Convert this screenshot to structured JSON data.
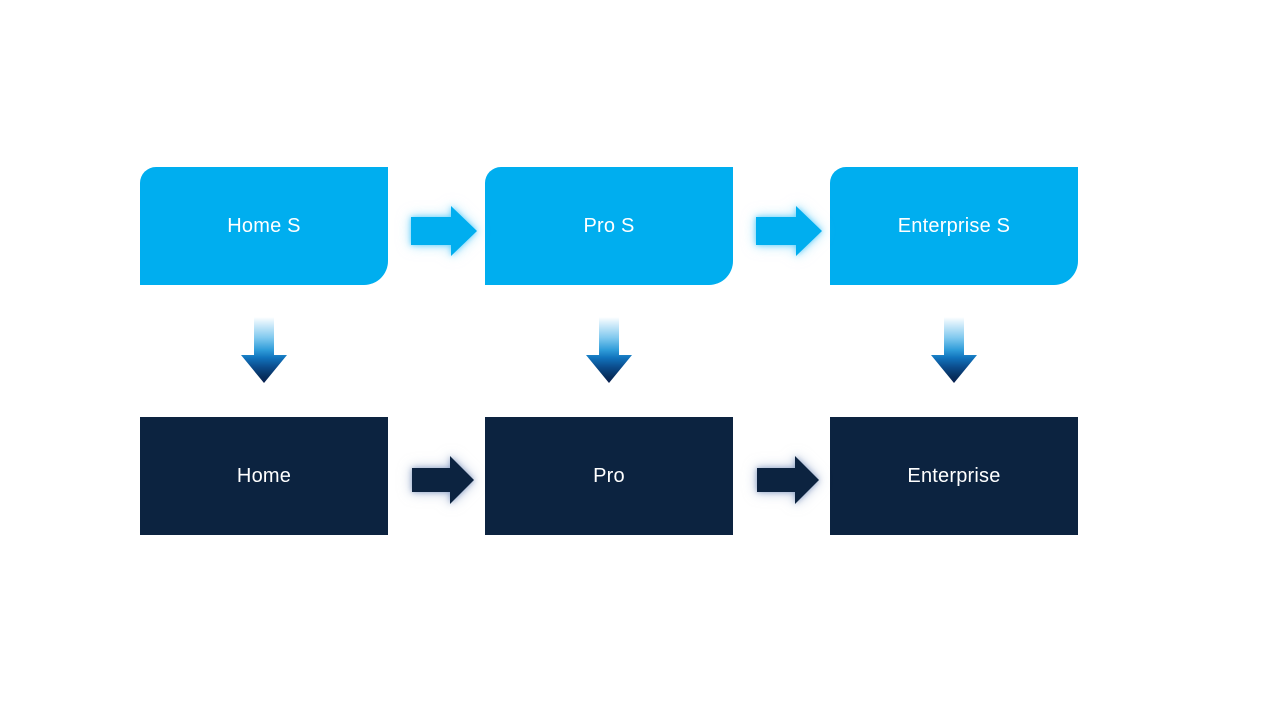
{
  "colors": {
    "tier_s_fill": "#00AEEF",
    "tier_fill": "#0C2340",
    "label_text": "#FFFFFF"
  },
  "flow": {
    "top_row": {
      "items": [
        {
          "label": "Home S"
        },
        {
          "label": "Pro S"
        },
        {
          "label": "Enterprise S"
        }
      ]
    },
    "bottom_row": {
      "items": [
        {
          "label": "Home"
        },
        {
          "label": "Pro"
        },
        {
          "label": "Enterprise"
        }
      ]
    }
  }
}
